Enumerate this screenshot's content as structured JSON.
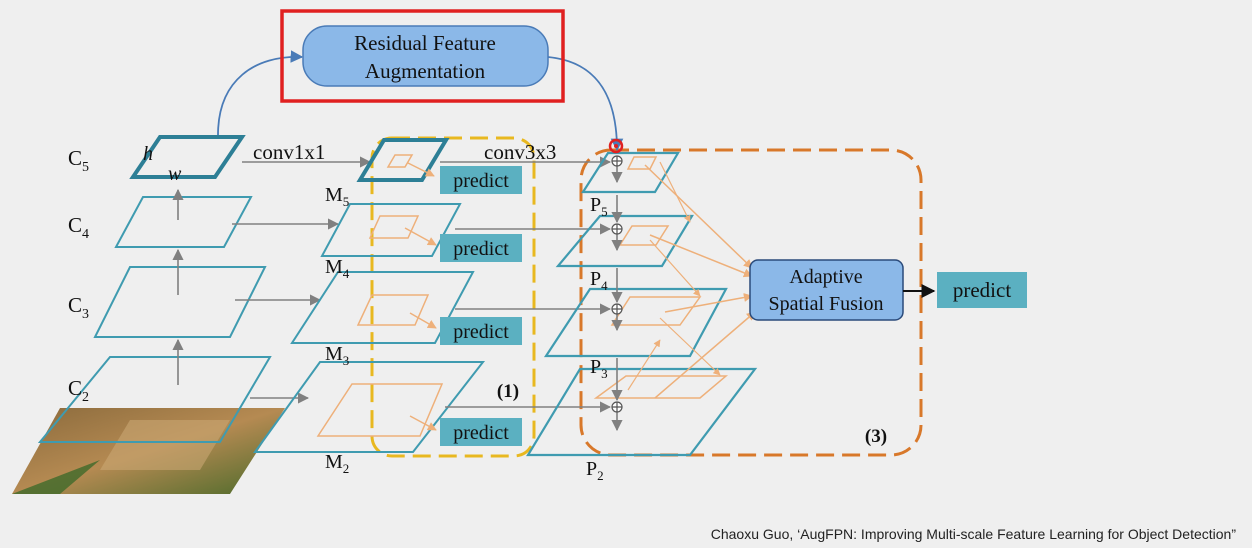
{
  "colors": {
    "background": "#efefef",
    "layer_stroke": "#3f9bb0",
    "layer_stroke_bold": "#2d7f96",
    "predict_fill": "#5bb0c1",
    "module_fill": "#8bb8e8",
    "module_stroke": "#4a7bb7",
    "highlight_box": "#e02020",
    "box1_dash": "#e8b820",
    "box3_dash": "#d8782a",
    "inner_box": "#eeb07a",
    "gray_arrow": "#808080",
    "marker": "#e02020"
  },
  "modules": {
    "rfa_line1": "Residual Feature",
    "rfa_line2": "Augmentation",
    "asf_line1": "Adaptive",
    "asf_line2": "Spatial Fusion"
  },
  "labels": {
    "conv1x1": "conv1x1",
    "conv3x3": "conv3x3",
    "h": "h",
    "w": "w",
    "region1": "(1)",
    "region3": "(3)"
  },
  "backbone": [
    {
      "base": "C",
      "sub": "5"
    },
    {
      "base": "C",
      "sub": "4"
    },
    {
      "base": "C",
      "sub": "3"
    },
    {
      "base": "C",
      "sub": "2"
    }
  ],
  "m_levels": [
    {
      "base": "M",
      "sub": "5"
    },
    {
      "base": "M",
      "sub": "4"
    },
    {
      "base": "M",
      "sub": "3"
    },
    {
      "base": "M",
      "sub": "2"
    }
  ],
  "p_levels": [
    {
      "base": "P",
      "sub": "5"
    },
    {
      "base": "P",
      "sub": "4"
    },
    {
      "base": "P",
      "sub": "3"
    },
    {
      "base": "P",
      "sub": "2"
    }
  ],
  "predict_labels": [
    "predict",
    "predict",
    "predict",
    "predict",
    "predict"
  ],
  "caption": "Chaoxu Guo, ‘AugFPN: Improving Multi-scale Feature Learning for Object Detection”"
}
